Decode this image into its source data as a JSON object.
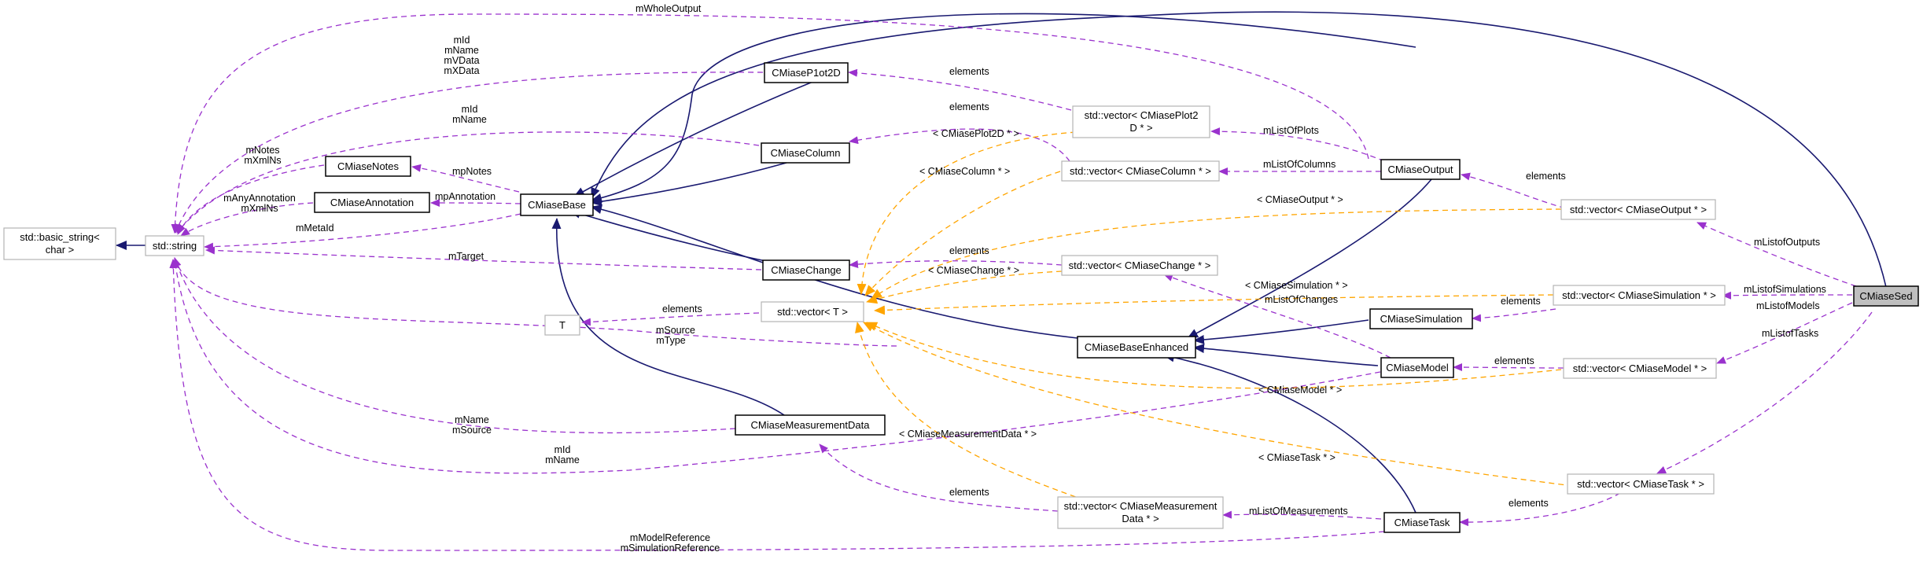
{
  "nodes": {
    "basic_string": [
      "std::basic_string<",
      "char >"
    ],
    "string": "std::string",
    "T": "T",
    "vector_T": "std::vector< T >",
    "plot2d": "CMiaseP1ot2D",
    "column": "CMiaseColumn",
    "notes": "CMiaseNotes",
    "annotation": "CMiaseAnnotation",
    "base": "CMiaseBase",
    "change": "CMiaseChange",
    "measurement": "CMiaseMeasurementData",
    "vec_plot": [
      "std::vector< CMiasePlot2",
      "D * >"
    ],
    "vec_column": "std::vector< CMiaseColumn * >",
    "vec_change": "std::vector< CMiaseChange * >",
    "vec_measure": [
      "std::vector< CMiaseMeasurement",
      "Data * >"
    ],
    "enhanced": "CMiaseBaseEnhanced",
    "output": "CMiaseOutput",
    "simulation": "CMiaseSimulation",
    "model": "CMiaseModel",
    "task": "CMiaseTask",
    "vec_output": "std::vector< CMiaseOutput * >",
    "vec_sim": "std::vector< CMiaseSimulation * >",
    "vec_model": "std::vector< CMiaseModel * >",
    "vec_task": "std::vector< CMiaseTask * >",
    "sed": "CMiaseSed"
  },
  "labels": {
    "wholeOutput": "mWholeOutput",
    "plotMembers": [
      "mId",
      "mName",
      "mVData",
      "mXData"
    ],
    "columnMembers": [
      "mId",
      "mName"
    ],
    "notesMembers": [
      "mNotes",
      "mXmlNs"
    ],
    "annotationMembers": [
      "mAnyAnnotation",
      "mXmlNs"
    ],
    "metaId": "mMetaId",
    "target": "mTarget",
    "mpNotes": "mpNotes",
    "mpAnnotation": "mpAnnotation",
    "sourceType": [
      "mSource",
      "mType"
    ],
    "measureMembers": [
      "mName",
      "mSource"
    ],
    "modelMembers": [
      "mId",
      "mName"
    ],
    "taskRefs": [
      "mModelReference",
      "mSimulationReference"
    ],
    "el_plot": "elements",
    "el_column": "elements",
    "el_change": "elements",
    "el_T": "elements",
    "el_measure": "elements",
    "el_output": "elements",
    "el_sim": "elements",
    "el_model": "elements",
    "el_task": "elements",
    "t_plot": "< CMiasePlot2D * >",
    "t_column": "< CMiaseColumn * >",
    "t_output": "< CMiaseOutput * >",
    "t_change": "< CMiaseChange * >",
    "t_sim": "< CMiaseSimulation * >",
    "t_model": "< CMiaseModel * >",
    "t_measure": "< CMiaseMeasurementData * >",
    "t_task": "< CMiaseTask * >",
    "listOfPlots": "mListOfPlots",
    "listOfColumns": "mListOfColumns",
    "listOfChanges": "mListOfChanges",
    "listOfMeasurements": "mListOfMeasurements",
    "listofOutputs": "mListofOutputs",
    "listofSimulations": "mListofSimulations",
    "listofModels": "mListofModels",
    "listofTasks": "mListofTasks"
  },
  "colors": {
    "inheritance": "#191970",
    "member": "#9a32cd",
    "template": "#ffa500",
    "focus_fill": "#bfbfbf"
  }
}
